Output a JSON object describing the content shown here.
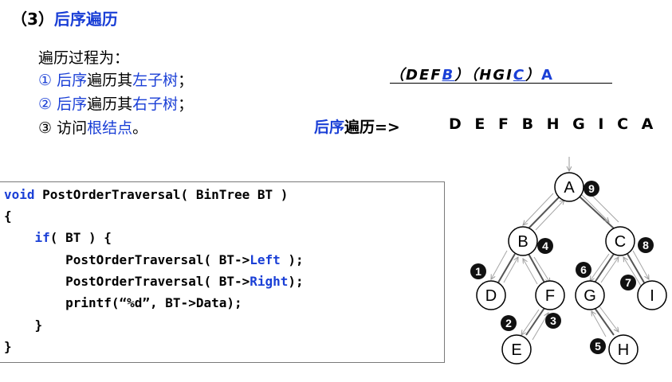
{
  "header": {
    "number": "（3）",
    "title": "后序遍历"
  },
  "steps": {
    "heading": "遍历过程为：",
    "items": [
      {
        "num": "①",
        "blue1": "后序",
        "black": "遍历其",
        "blue2": "左子树",
        "tail": "；"
      },
      {
        "num": "②",
        "blue1": "后序",
        "black": "遍历其",
        "blue2": "右子树",
        "tail": "；"
      },
      {
        "num": "③",
        "blue1": "",
        "black": "访问",
        "blue2": "根结点",
        "tail": "。"
      }
    ]
  },
  "sequence": {
    "open1": "（",
    "group1": "DEF",
    "root1": "B",
    "close1": "）",
    "open2": "（",
    "group2": "HGI",
    "root2": "C",
    "close2": "）",
    "root": "A"
  },
  "result": {
    "label_blue": "后序",
    "label_black": "遍历=>",
    "order": "D E F B H G I C A"
  },
  "code": {
    "lines": [
      {
        "pre": "void PostOrderTraversal( BinTree BT )",
        "kw": "",
        "post": ""
      },
      {
        "pre": "{",
        "kw": "",
        "post": ""
      },
      {
        "pre": "    ",
        "kw": "if",
        "post": "( BT ) {"
      },
      {
        "pre": "        PostOrderTraversal( BT->",
        "kw": "Left",
        "post": " );"
      },
      {
        "pre": "        PostOrderTraversal( BT->",
        "kw": "Right",
        "post": ");"
      },
      {
        "pre": "        printf(“%d”, BT->Data);",
        "kw": "",
        "post": ""
      },
      {
        "pre": "    }",
        "kw": "",
        "post": ""
      },
      {
        "pre": "}",
        "kw": "",
        "post": ""
      }
    ]
  },
  "tree": {
    "nodes": [
      "A",
      "B",
      "C",
      "D",
      "F",
      "G",
      "I",
      "E",
      "H"
    ],
    "order_badges": [
      "1",
      "2",
      "3",
      "4",
      "5",
      "6",
      "7",
      "8",
      "9"
    ]
  }
}
